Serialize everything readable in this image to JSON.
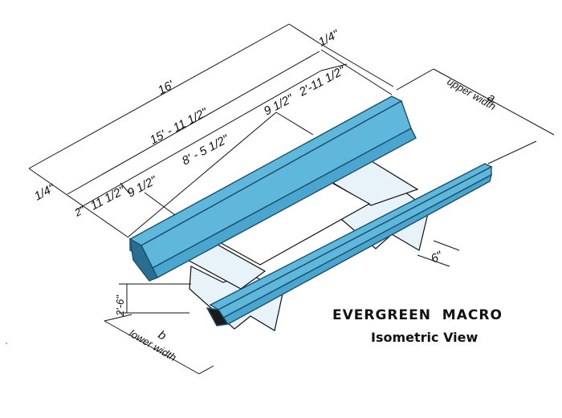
{
  "title": "EVERGREEN  MACRO",
  "subtitle": "Isometric View",
  "dimensions": {
    "overall_length": "16'",
    "end_offset_top": "1/4\"",
    "end_offset_left": "1/4\"",
    "inner_length": "15' - 11 1/2\"",
    "center_span": "8' - 5 1/2\"",
    "right_overhang": "2'-11 1/2\"",
    "right_support": "9 1/2\"",
    "left_support": "9 1/2\"",
    "left_overhang": "11 1/2\"",
    "left_small": "2\"",
    "upper_width_letter": "a",
    "upper_width_label": "upper width",
    "lower_width_letter": "b",
    "lower_width_label": "lower width",
    "height": "2'-6\"",
    "leg_width": "6\""
  },
  "colors": {
    "rail_fill": "#5fb8dc",
    "rail_edge": "#1b4f6b",
    "beam_fill": "#e7f3f9",
    "line": "#111111"
  }
}
